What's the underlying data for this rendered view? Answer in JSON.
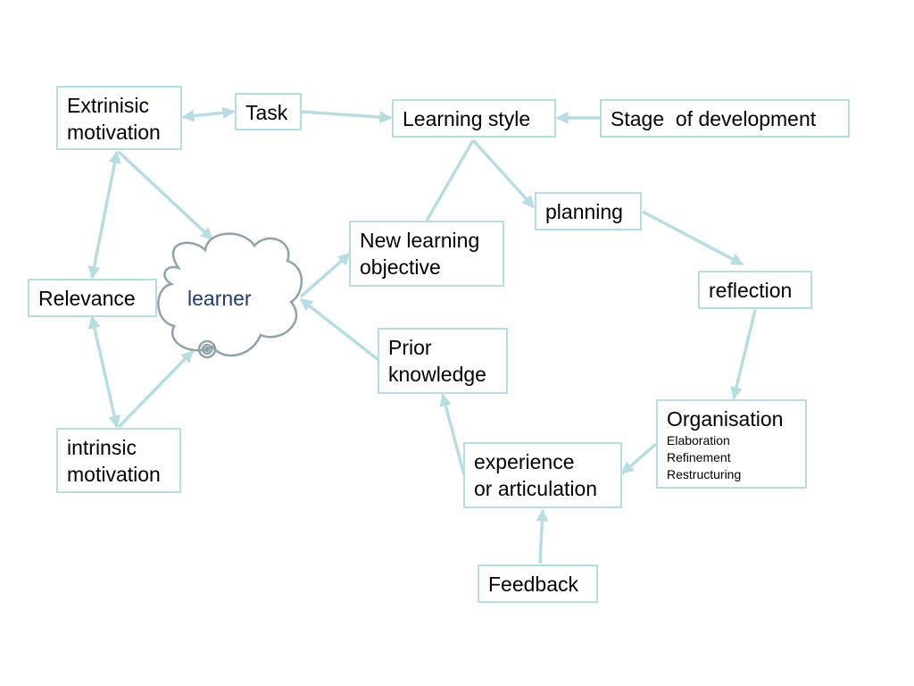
{
  "colors": {
    "box_border": "#b7dde3",
    "arrow": "#b7dde3",
    "cloud_stroke": "#8fa3ab",
    "learner_text": "#1f3a70"
  },
  "nodes": {
    "extrinsic": {
      "line1": "Extrinisic",
      "line2": "motivation"
    },
    "task": {
      "label": "Task"
    },
    "learning_style": {
      "label": "Learning style"
    },
    "stage": {
      "label": "Stage  of development"
    },
    "planning": {
      "label": "planning"
    },
    "new_objective": {
      "line1": "New learning",
      "line2": "objective"
    },
    "relevance": {
      "label": "Relevance"
    },
    "learner": {
      "label": "learner"
    },
    "reflection": {
      "label": "reflection"
    },
    "prior": {
      "line1": "Prior",
      "line2": "knowledge"
    },
    "organisation": {
      "label": "Organisation",
      "items": [
        "Elaboration",
        "Refinement",
        "Restructuring"
      ]
    },
    "intrinsic": {
      "line1": "intrinsic",
      "line2": "motivation"
    },
    "experience": {
      "line1": "experience",
      "line2": "or articulation"
    },
    "feedback": {
      "label": "Feedback"
    }
  }
}
